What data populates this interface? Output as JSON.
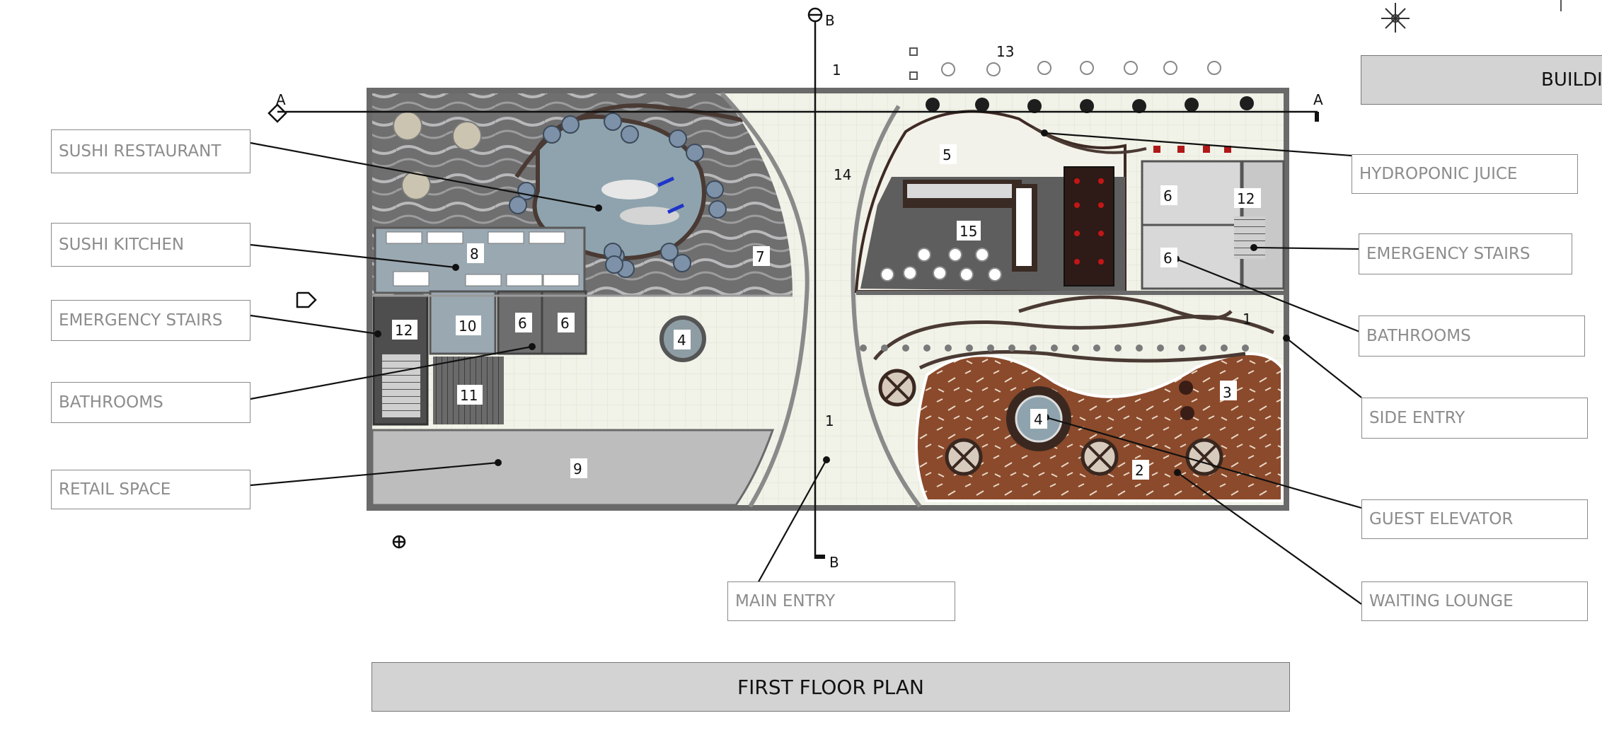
{
  "drawing": {
    "title": "FIRST FLOOR PLAN",
    "sheet_header_partial": "BUILDI",
    "section_markers": {
      "a": "A",
      "b": "B"
    }
  },
  "callouts": {
    "left": [
      "SUSHI RESTAURANT",
      "SUSHI KITCHEN",
      "EMERGENCY STAIRS",
      "BATHROOMS",
      "RETAIL SPACE"
    ],
    "right": [
      "HYDROPONIC JUICE",
      "EMERGENCY STAIRS",
      "BATHROOMS",
      "SIDE ENTRY",
      "GUEST ELEVATOR",
      "WAITING LOUNGE"
    ],
    "bottom": "MAIN ENTRY"
  },
  "room_numbers": {
    "r1a": "1",
    "r1b": "1",
    "r1c": "1",
    "r2": "2",
    "r3": "3",
    "r4a": "4",
    "r4b": "4",
    "r5": "5",
    "r6a": "6",
    "r6b": "6",
    "r6c": "6",
    "r6d": "6",
    "r7": "7",
    "r8": "8",
    "r9": "9",
    "r10": "10",
    "r11": "11",
    "r12a": "12",
    "r12b": "12",
    "r13": "13",
    "r14": "14",
    "r15": "15"
  },
  "colors": {
    "wall": "#5a5a5a",
    "floor_light": "#eef0e4",
    "floor_dark": "#6e6e6e",
    "lounge_carpet": "#8b4a2b",
    "pond": "#8ea3ad",
    "kitchen": "#9aa8b2",
    "retail": "#bdbdbd",
    "title_bg": "#d3d3d3"
  },
  "icons": [
    "north-arrow-icon",
    "door-tag-icon",
    "section-marker-icon"
  ]
}
